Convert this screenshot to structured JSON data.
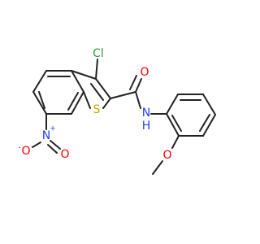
{
  "molecule": {
    "atoms": {
      "cl": {
        "symbol": "Cl",
        "color": "#2ca02c"
      },
      "s": {
        "symbol": "S",
        "color": "#c8a000"
      },
      "o_carbonyl": {
        "symbol": "O",
        "color": "#ff0000"
      },
      "nh_n": {
        "symbol": "N",
        "color": "#1f3fff"
      },
      "nh_h": {
        "symbol": "H",
        "color": "#1f3fff"
      },
      "o_ether": {
        "symbol": "O",
        "color": "#ff0000"
      },
      "n_nitro": {
        "symbol": "N",
        "color": "#1f3fff"
      },
      "n_nitro_charge": {
        "symbol": "+",
        "color": "#1f3fff"
      },
      "o_nitro_top": {
        "symbol": "O",
        "color": "#ff0000"
      },
      "o_nitro_minus": {
        "symbol": "O",
        "color": "#ff0000"
      },
      "o_nitro_minus_charge": {
        "symbol": "-",
        "color": "#ff0000"
      }
    },
    "bond_color": "#222222"
  }
}
